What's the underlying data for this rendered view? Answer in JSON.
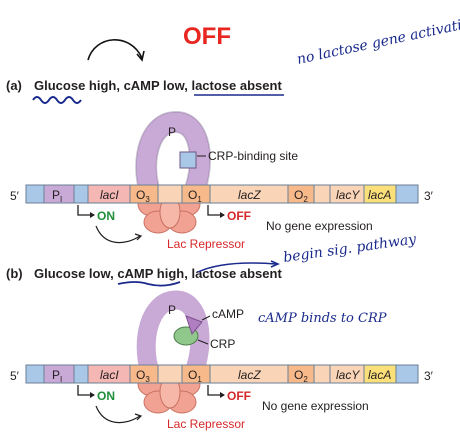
{
  "title": "OFF",
  "panels": [
    {
      "id": "a",
      "label": "(a)",
      "condition": "Glucose high, cAMP low, lactose absent",
      "site_label": "CRP-binding site",
      "annotation": "no lactose gene activation when there is no lactose"
    },
    {
      "id": "b",
      "label": "(b)",
      "condition": "Glucose low, cAMP high, lactose absent",
      "camp_label": "cAMP",
      "crp_label": "CRP",
      "annotation_top": "begin sig. pathway",
      "annotation_side": "cAMP binds to CRP"
    }
  ],
  "dna": {
    "end5": "5′",
    "end3": "3′",
    "regions": [
      "P",
      "lacI",
      "O3",
      "O1",
      "lacZ",
      "O2",
      "lacY",
      "lacA"
    ],
    "p_sub": "I",
    "on_label": "ON",
    "off_label": "OFF",
    "no_expr": "No gene expression",
    "repressor": "Lac Repressor",
    "loop_label": "P"
  },
  "colors": {
    "title_red": "#e8251f",
    "promoter_purple": "#c9a9d6",
    "laci_pink": "#f4b7b4",
    "operator_orange": "#f7b98a",
    "lacz_peach": "#fad4b6",
    "lacy_peach": "#fad4b6",
    "laca_yellow": "#fbe07a",
    "dna_blue": "#a9c8e8",
    "repressor": "#f2a293",
    "crp_green": "#8fc88a",
    "camp_purple": "#b07fc2",
    "arrow_green": "#1f8f3a",
    "repressor_text": "#d6282a",
    "ink": "#1a2a8c"
  }
}
